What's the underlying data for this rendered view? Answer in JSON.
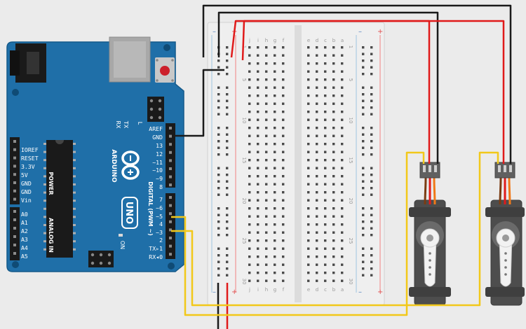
{
  "arduino": {
    "brand": "ARDUINO",
    "model": "UNO",
    "tx_label": "TX",
    "rx_label": "RX",
    "l_label": "L",
    "on_label": "ON",
    "digital_label": "DIGITAL (PWM ~)",
    "power_label": "POWER",
    "analog_label": "ANALOG IN",
    "power_pins": [
      "IOREF",
      "RESET",
      "3.3V",
      "5V",
      "GND",
      "GND",
      "Vin"
    ],
    "analog_pins": [
      "A0",
      "A1",
      "A2",
      "A3",
      "A4",
      "A5"
    ],
    "digital_pins_top": [
      "AREF",
      "GND",
      "13",
      "12",
      "~11",
      "~10",
      "~9",
      "8"
    ],
    "digital_pins_bottom": [
      "7",
      "~6",
      "~5",
      "4",
      "~3",
      "2",
      "TX▹1",
      "RX◂0"
    ]
  },
  "breadboard": {
    "rail_plus": "+",
    "rail_minus": "–",
    "left_cols": [
      "j",
      "i",
      "h",
      "g",
      "f"
    ],
    "right_cols": [
      "e",
      "d",
      "c",
      "b",
      "a"
    ],
    "row_numbers": [
      "1",
      "5",
      "10",
      "15",
      "20",
      "25",
      "30"
    ]
  },
  "wire_colors": {
    "black": "#1a1a1a",
    "red": "#e01a1a",
    "yellow": "#f2c81a",
    "brown": "#7a3b12",
    "orange": "#f07818"
  },
  "colors": {
    "board": "#1f6fa8",
    "servo": "#4d4d4d"
  }
}
